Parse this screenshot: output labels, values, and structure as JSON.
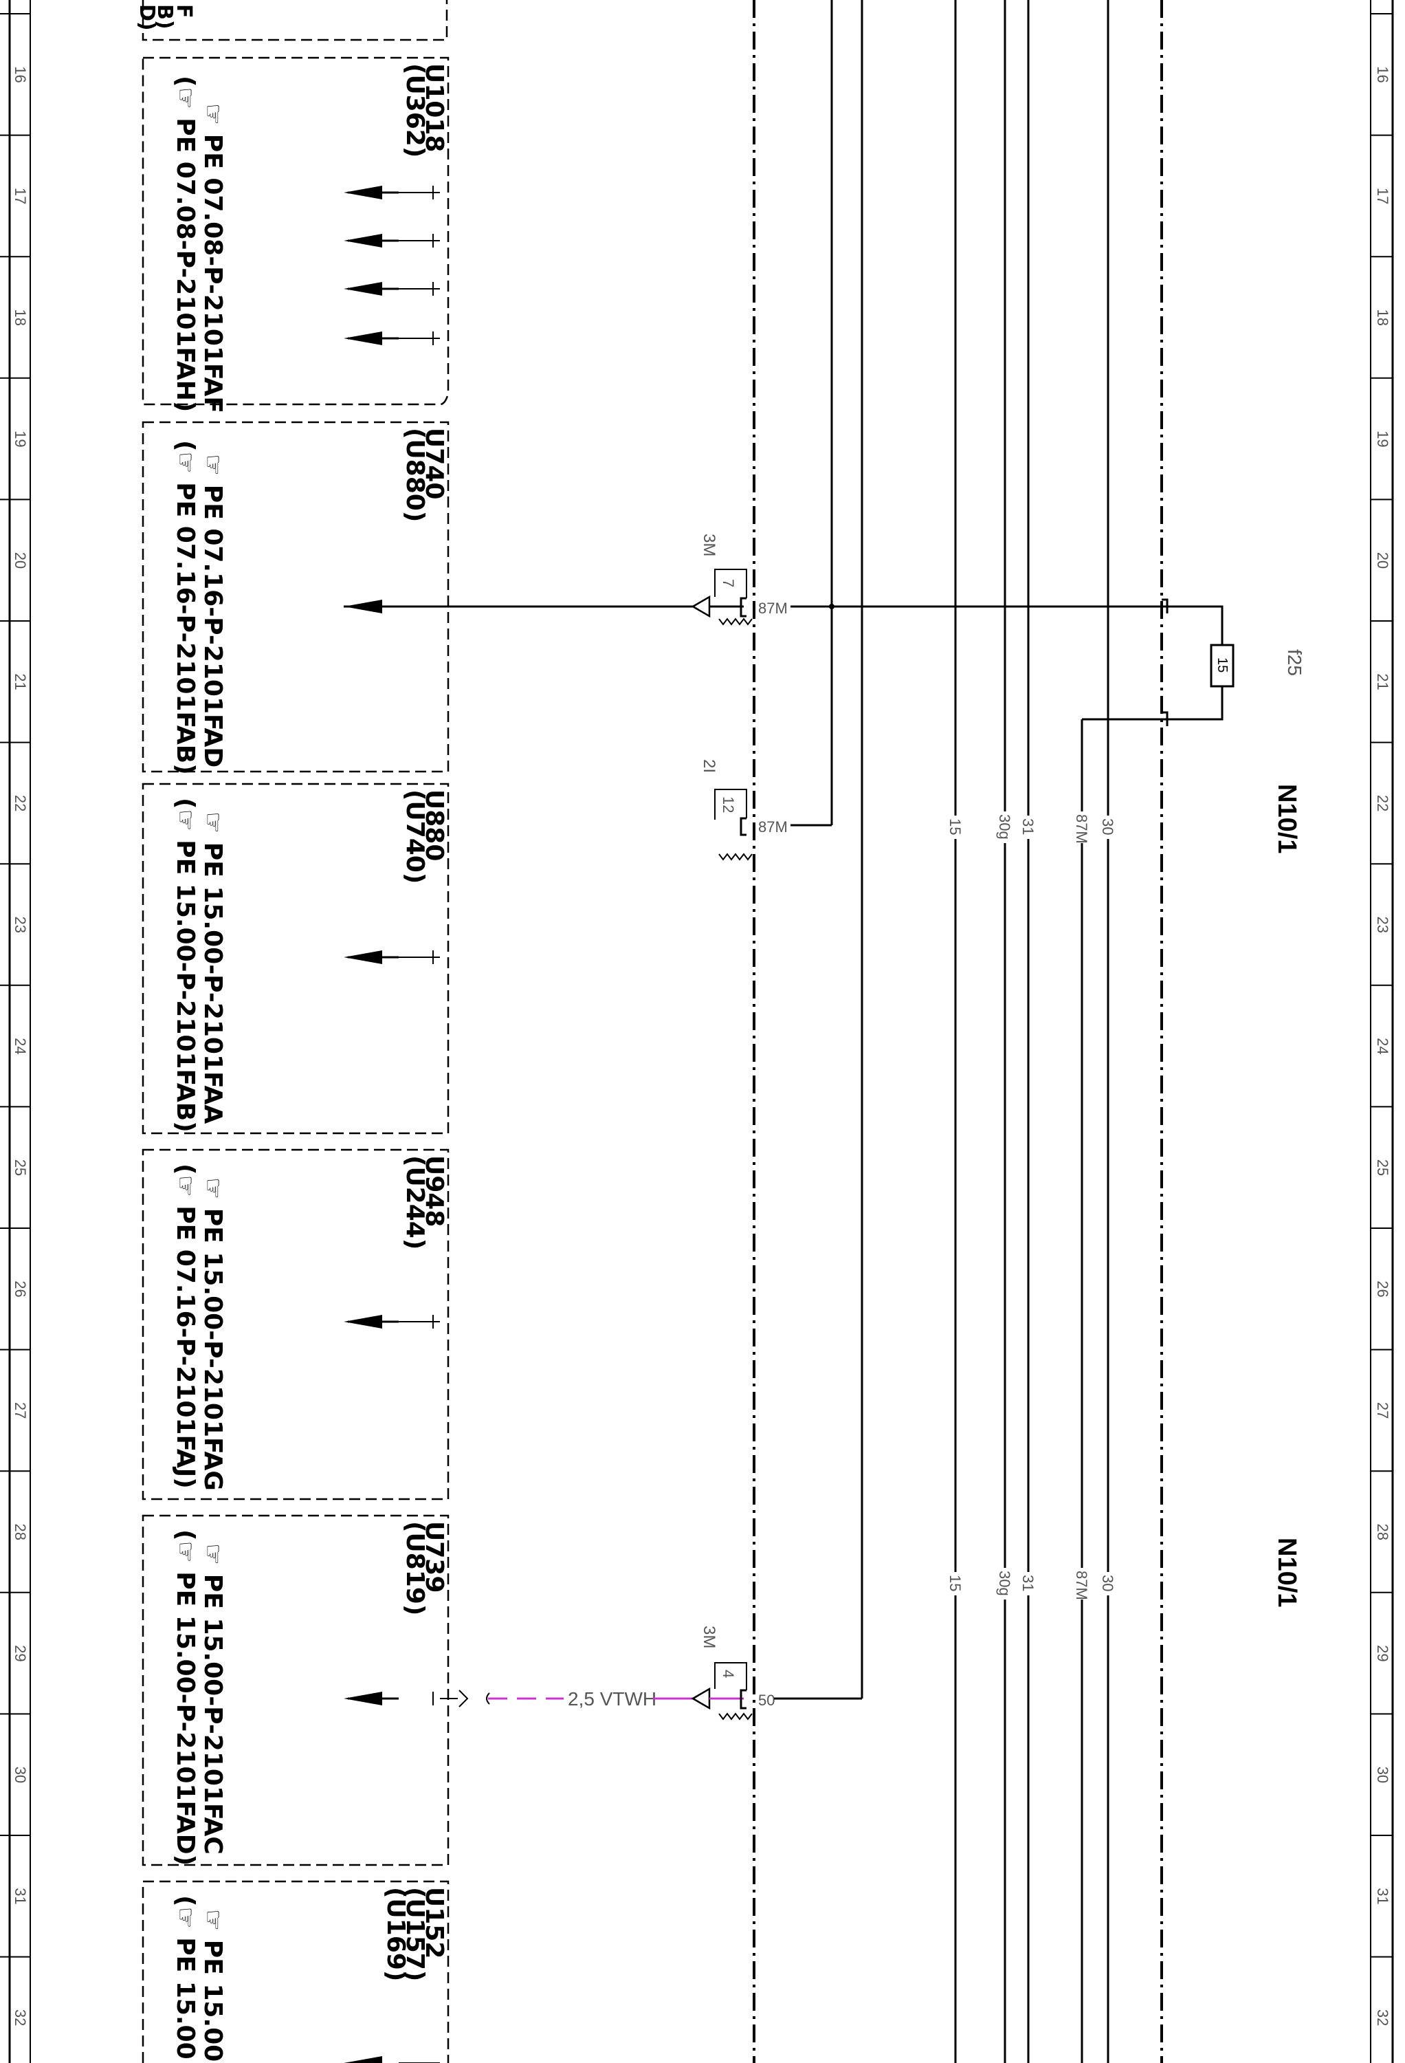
{
  "grid": {
    "rows": [
      "16",
      "17",
      "18",
      "19",
      "20",
      "21",
      "22",
      "23",
      "24",
      "25",
      "26",
      "27",
      "28",
      "29",
      "30",
      "31",
      "32"
    ]
  },
  "header_fragment": {
    "lines": [
      "F",
      "B)",
      "D)"
    ]
  },
  "boxes": [
    {
      "codes": [
        "U1018",
        "(U362)"
      ],
      "refs": [
        "☞ PE 07.08-P-2101FAF",
        "(☞ PE 07.08-P-2101FAH)"
      ]
    },
    {
      "codes": [
        "U740",
        "(U880)"
      ],
      "refs": [
        "☞ PE 07.16-P-2101FAD",
        "(☞ PE 07.16-P-2101FAB)"
      ]
    },
    {
      "codes": [
        "U880",
        "(U740)"
      ],
      "refs": [
        "☞ PE 15.00-P-2101FAA",
        "(☞ PE 15.00-P-2101FAB)"
      ]
    },
    {
      "codes": [
        "U948",
        "(U244)"
      ],
      "refs": [
        "☞ PE 15.00-P-2101FAG",
        "(☞ PE 07.16-P-2101FAJ)"
      ]
    },
    {
      "codes": [
        "U739",
        "(U819)"
      ],
      "refs": [
        "☞ PE 15.00-P-2101FAC",
        "(☞ PE 15.00-P-2101FAD)"
      ]
    },
    {
      "codes": [
        "U152",
        "(U157)",
        "(U169)"
      ],
      "refs": [
        "☞ PE 15.00",
        "(☞ PE 15.00"
      ]
    }
  ],
  "connector_labels": {
    "pin7": {
      "conn": "3M",
      "pin": "7",
      "sig": "87M"
    },
    "pin12": {
      "conn": "2I",
      "pin": "12",
      "sig": "87M"
    },
    "pin4": {
      "conn": "3M",
      "pin": "4",
      "sig": "50"
    }
  },
  "wire_label": "2,5 VTWH",
  "bus_labels": [
    "15",
    "30g",
    "31",
    "87M",
    "30"
  ],
  "fuse": {
    "name": "f25",
    "rating": "15"
  },
  "module_label": "N10/1",
  "colors": {
    "wire_violet": "#cc33cc",
    "wire_white": "#f0d0f0",
    "ink": "#000000",
    "label_gray": "#555555"
  }
}
